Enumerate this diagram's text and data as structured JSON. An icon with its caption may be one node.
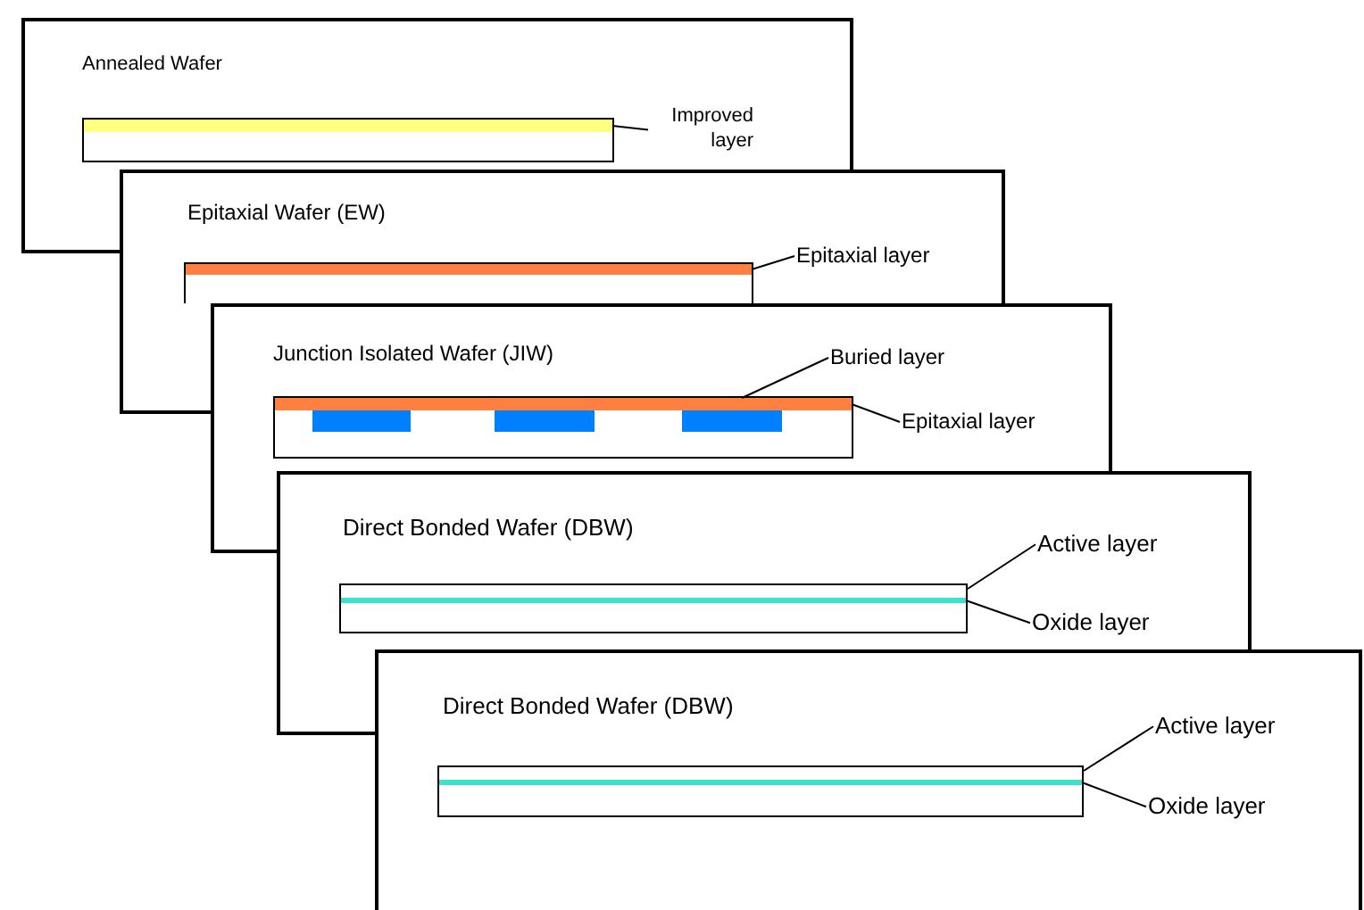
{
  "diagram": {
    "nodes": [
      {
        "text": [],
        "shape": "box"
      },
      {
        "text": [],
        "shape": "bar",
        "in": 0
      },
      {
        "text": [
          "Improved layer"
        ]
      },
      {
        "text": [],
        "shape": "box"
      },
      {
        "text": [],
        "shape": "bar",
        "in": 3
      },
      {
        "text": [
          "Epitaxial layer"
        ]
      },
      {
        "text": [],
        "shape": "box"
      },
      {
        "text": [],
        "shape": "bar",
        "in": 6
      },
      {
        "text": [],
        "shape": "bar",
        "in": 6
      },
      {
        "text": [],
        "shape": "bar",
        "in": 6
      },
      {
        "text": [],
        "shape": "bar",
        "in": 6
      },
      {
        "text": [
          "Buried layer"
        ]
      },
      {
        "text": [
          "Epitaxial layer"
        ]
      },
      {
        "text": [],
        "shape": "box"
      },
      {
        "text": [],
        "shape": "bar",
        "in": 13
      },
      {
        "text": [
          "Active layer"
        ]
      },
      {
        "text": [
          "Oxide layer"
        ]
      },
      {
        "text": [],
        "shape": "box"
      },
      {
        "text": [],
        "shape": "bar",
        "in": 17
      },
      {
        "text": [
          "Active layer"
        ]
      },
      {
        "text": [
          "Oxide layer"
        ]
      }
    ],
    "edges": [
      {
        "from": 2,
        "to": 1,
        "arrow": "none"
      },
      {
        "from": 5,
        "to": 4,
        "arrow": "none"
      },
      {
        "from": 11,
        "to": 10,
        "arrow": "none"
      },
      {
        "from": 12,
        "to": 7,
        "arrow": "none"
      },
      {
        "from": 15,
        "to": 13,
        "arrow": "none"
      },
      {
        "from": 16,
        "to": 14,
        "arrow": "none"
      },
      {
        "from": 19,
        "to": 17,
        "arrow": "none"
      },
      {
        "from": 20,
        "to": 18,
        "arrow": "none"
      }
    ],
    "labels": [
      "Annealed Wafer",
      "Epitaxial Wafer (EW)",
      "Junction Isolated Wafer (JIW)",
      "Direct Bonded Wafer (DBW)",
      "Direct Bonded Wafer (DBW)"
    ]
  }
}
